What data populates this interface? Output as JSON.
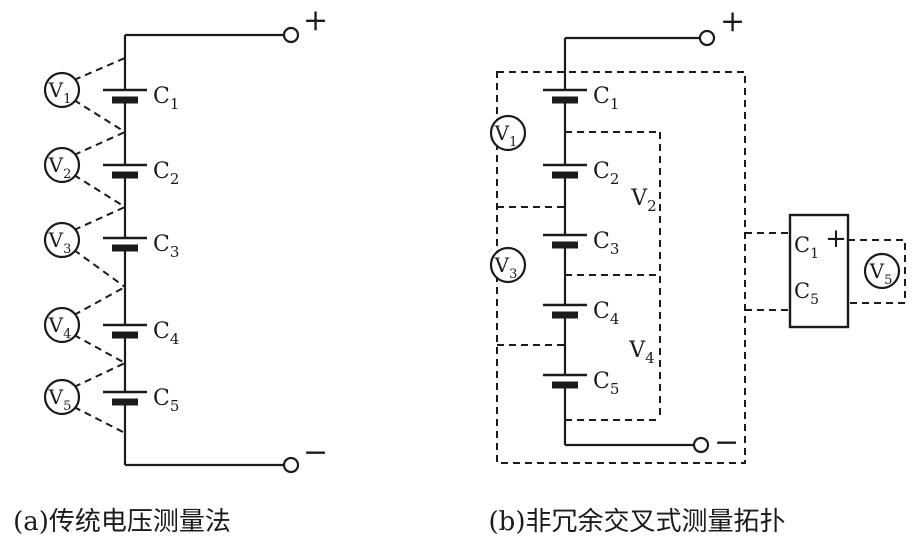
{
  "colors": {
    "ink": "#1b1b1b",
    "bg": "#ffffff"
  },
  "a": {
    "caption": "(a)传统电压测量法",
    "plus": "+",
    "minus": "−",
    "cells": [
      {
        "m": "C",
        "s": "1"
      },
      {
        "m": "C",
        "s": "2"
      },
      {
        "m": "C",
        "s": "3"
      },
      {
        "m": "C",
        "s": "4"
      },
      {
        "m": "C",
        "s": "5"
      }
    ],
    "meters": [
      {
        "m": "V",
        "s": "1"
      },
      {
        "m": "V",
        "s": "2"
      },
      {
        "m": "V",
        "s": "3"
      },
      {
        "m": "V",
        "s": "4"
      },
      {
        "m": "V",
        "s": "5"
      }
    ]
  },
  "b": {
    "caption": "(b)非冗余交叉式测量拓扑",
    "plus": "+",
    "minus": "−",
    "cells": [
      {
        "m": "C",
        "s": "1"
      },
      {
        "m": "C",
        "s": "2"
      },
      {
        "m": "C",
        "s": "3"
      },
      {
        "m": "C",
        "s": "4"
      },
      {
        "m": "C",
        "s": "5"
      }
    ],
    "meters": [
      {
        "m": "V",
        "s": "1"
      },
      {
        "m": "V",
        "s": "3"
      }
    ],
    "bus_labels": [
      {
        "m": "V",
        "s": "2"
      },
      {
        "m": "V",
        "s": "4"
      }
    ],
    "box": {
      "top": {
        "m": "C",
        "s": "1"
      },
      "bottom": {
        "m": "C",
        "s": "5"
      },
      "plus": "+"
    },
    "v5": {
      "m": "V",
      "s": "5"
    }
  }
}
